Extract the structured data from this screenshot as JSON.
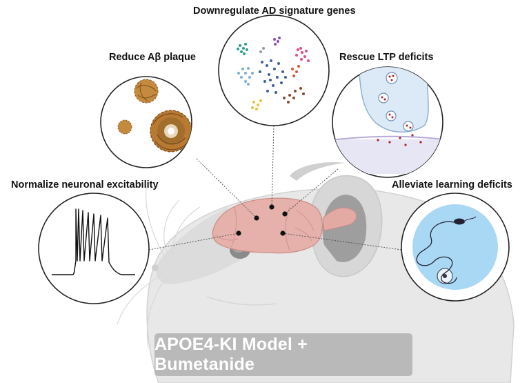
{
  "labels": {
    "genes": "Downregulate AD signature genes",
    "plaque": "Reduce Aβ plaque",
    "ltp": "Rescue LTP deficits",
    "excitability": "Normalize neuronal excitability",
    "learning": "Alleviate learning deficits"
  },
  "banner": "APOE4-KI Model + Bumetanide",
  "colors": {
    "brain": "#e6b1ab",
    "mouse": "#e4e4e4",
    "plaque": "#a26e2c",
    "maze_water": "#a9d8f5",
    "synapse": "#dceaf7",
    "vesicle_dot": "#b0202a",
    "banner": "#b9b9b9"
  },
  "icons": [
    "plaque-icon",
    "gene-cluster-icon",
    "synapse-icon",
    "spike-train-icon",
    "water-maze-icon",
    "mouse-head-icon",
    "brain-icon"
  ]
}
